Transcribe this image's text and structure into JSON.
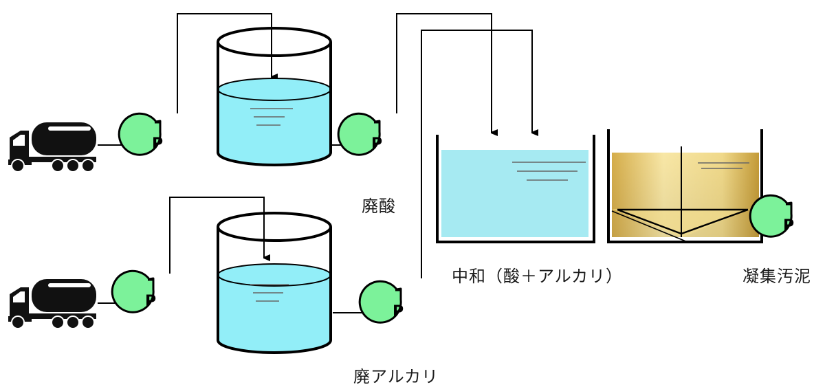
{
  "labels": {
    "waste_acid": "廃酸",
    "waste_alkali": "廃アルカリ",
    "neutralization": "中和（酸＋アルカリ）",
    "coagulation_sludge": "凝集汚泥"
  },
  "pump_label": "P",
  "colors": {
    "pump_fill": "#7cf29a",
    "tank_water": "#92eef8",
    "neutralization_water": "#a6eaf2",
    "sludge_light": "#f8e7a6",
    "sludge_dark": "#c9a23f",
    "stroke": "#000000"
  },
  "icons": [
    "tanker-truck-icon",
    "pump-icon",
    "arrow-icon"
  ]
}
